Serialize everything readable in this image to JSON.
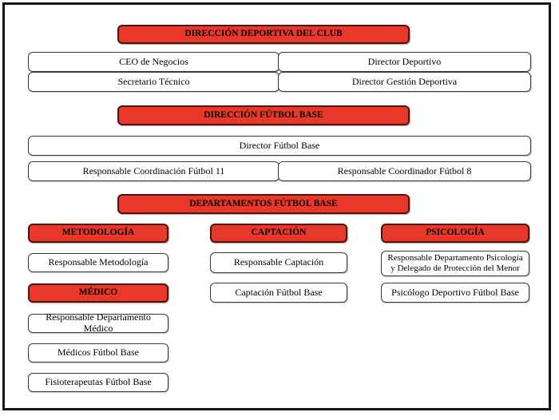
{
  "colors": {
    "accent_red": "#e7382a",
    "red_border": "#55100a",
    "box_border": "#3a3a3a",
    "frame_border": "#141414"
  },
  "sections": {
    "club": {
      "header": "DIRECCIÓN DEPORTIVA DEL CLUB",
      "roles": [
        "CEO de Negocios",
        "Director Deportivo",
        "Secretario Técnico",
        "Director Gestión Deportiva"
      ]
    },
    "futbol_base": {
      "header": "DIRECCIÓN FÚTBOL BASE",
      "director": "Director Fútbol Base",
      "coordinators": [
        "Responsable Coordinación Fútbol 11",
        "Responsable Coordinador Fútbol 8"
      ]
    },
    "departamentos": {
      "header": "DEPARTAMENTOS FÚTBOL BASE",
      "metodologia": {
        "header": "METODOLOGÍA",
        "roles": [
          "Responsable Metodología"
        ]
      },
      "captacion": {
        "header": "CAPTACIÓN",
        "roles": [
          "Responsable Captación",
          "Captación Fútbol Base"
        ]
      },
      "psicologia": {
        "header": "PSICOLOGÍA",
        "roles": [
          "Responsable Departamento Psicología y Delegado de Protección del Menor",
          "Psicólogo Deportivo Fútbol Base"
        ]
      },
      "medico": {
        "header": "MÉDICO",
        "roles": [
          "Responsable Departamento Médico",
          "Médicos Fútbol Base",
          "Fisioterapeutas Fútbol Base"
        ]
      }
    }
  }
}
